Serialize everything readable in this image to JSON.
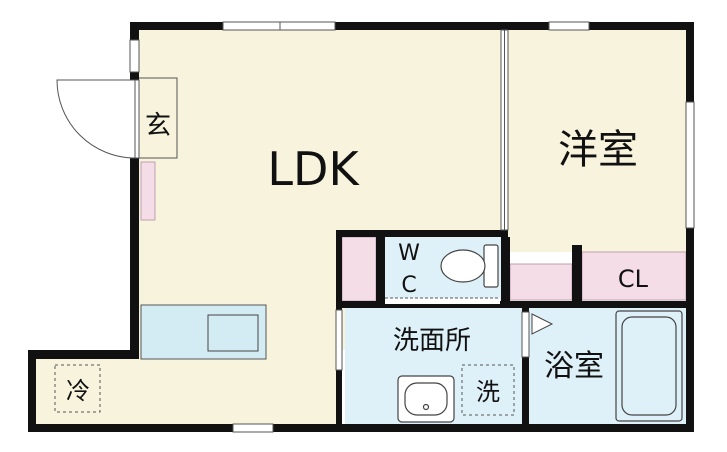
{
  "rooms": {
    "ldk": "LDK",
    "youshitsu": "洋室",
    "genkan": "玄",
    "wc_top": "W",
    "wc_bottom": "C",
    "cl": "CL",
    "senmenjo": "洗面所",
    "yokushitsu": "浴室",
    "fridge": "冷",
    "washer": "洗"
  },
  "colors": {
    "ldk_floor": "#f7f3dc",
    "bedroom_floor": "#f7f3dc",
    "wet_floor": "#dff1f8",
    "storage": "#f5dde8",
    "kitchen_counter": "#d3ecf4",
    "wall": "#111111"
  }
}
